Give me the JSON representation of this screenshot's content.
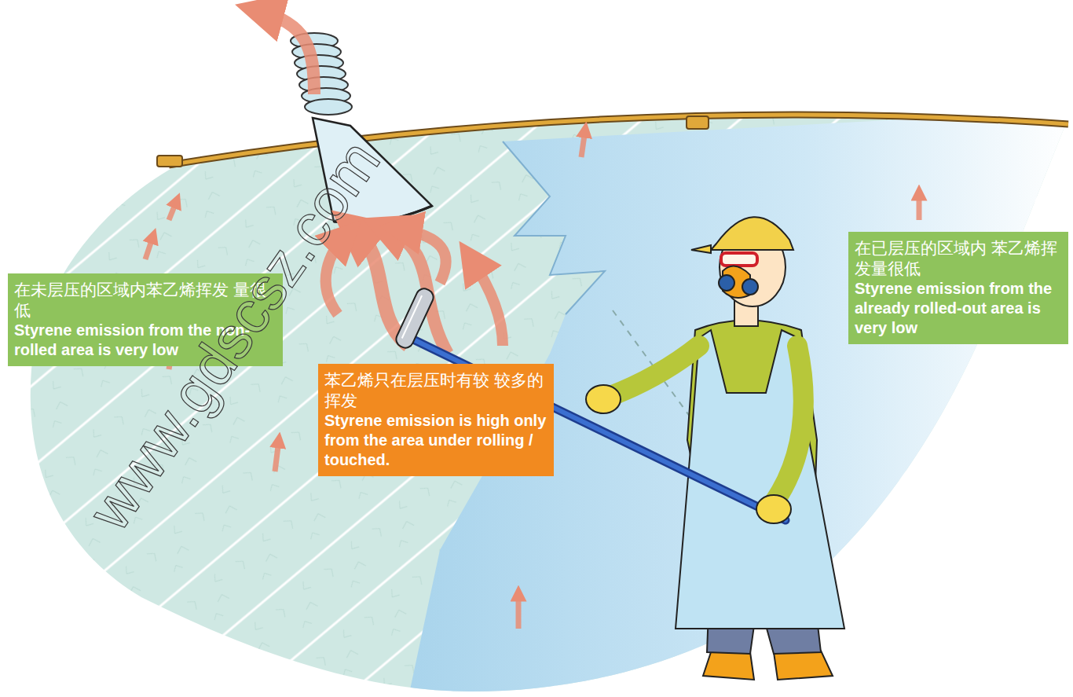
{
  "diagram": {
    "nodes": [
      {
        "text": [
          "在未层压的区域内苯乙烯挥发 量很低",
          "Styrene emission from the non-rolled area is very low"
        ]
      },
      {
        "text": [
          "苯乙烯只在层压时有较 较多的挥发",
          "Styrene emission is high only from the area under rolling / touched."
        ]
      },
      {
        "text": [
          "在已层压的区域内 苯乙烯挥发量很低",
          "Styrene emission from the already rolled-out area is very low"
        ]
      }
    ],
    "edges": [],
    "labels": [
      "www.gdscsz.com"
    ]
  }
}
